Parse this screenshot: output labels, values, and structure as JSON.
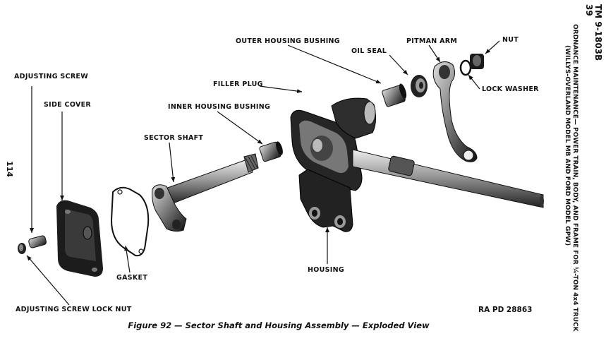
{
  "header": {
    "tm_number": "TM 9-1803B",
    "page_ref": "39",
    "title_line1": "ORDNANCE MAINTENANCE— POWER TRAIN, BODY, AND FRAME FOR ¼-TON 4x4 TRUCK",
    "title_line2": "(WILLYS-OVERLAND MODEL MB AND FORD MODEL GPW)"
  },
  "page_number": "114",
  "labels": {
    "adjusting_screw": "ADJUSTING SCREW",
    "side_cover": "SIDE COVER",
    "sector_shaft": "SECTOR SHAFT",
    "inner_housing_bushing": "INNER HOUSING BUSHING",
    "filler_plug": "FILLER PLUG",
    "outer_housing_bushing": "OUTER HOUSING BUSHING",
    "oil_seal": "OIL SEAL",
    "pitman_arm": "PITMAN ARM",
    "nut": "NUT",
    "lock_washer": "LOCK WASHER",
    "gasket": "GASKET",
    "housing": "HOUSING",
    "adjusting_screw_lock_nut": "ADJUSTING SCREW LOCK NUT"
  },
  "ra_pd": "RA PD 28863",
  "caption": "Figure 92 — Sector Shaft and Housing Assembly — Exploded View"
}
